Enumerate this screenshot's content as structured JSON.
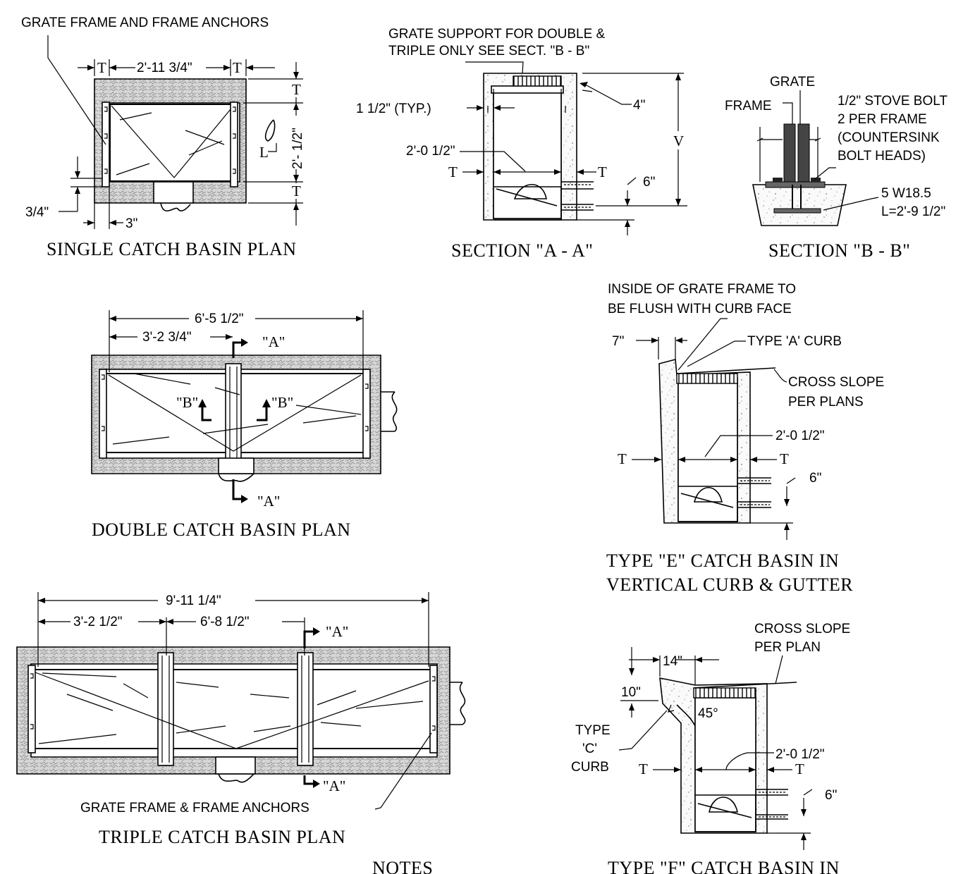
{
  "titles": {
    "single_plan": "SINGLE CATCH BASIN PLAN",
    "section_a": "SECTION \"A - A\"",
    "section_b": "SECTION \"B - B\"",
    "double_plan": "DOUBLE CATCH BASIN PLAN",
    "type_e_1": "TYPE \"E\" CATCH BASIN IN",
    "type_e_2": "VERTICAL CURB & GUTTER",
    "triple_plan": "TRIPLE CATCH BASIN PLAN",
    "notes": "NOTES",
    "type_f": "TYPE \"F\" CATCH BASIN IN"
  },
  "single": {
    "callout": "GRATE FRAME AND FRAME ANCHORS",
    "dim_width": "2'-11 3/4\"",
    "dim_t": "T",
    "dim_height": "2'- 1/2\"",
    "dim_l": "L",
    "dim_34": "3/4\"",
    "dim_3": "3\""
  },
  "section_a": {
    "callout_1": "GRATE SUPPORT FOR DOUBLE &",
    "callout_2": "TRIPLE ONLY SEE   SECT. \"B - B\"",
    "dim_typ": "1 1/2\" (TYP.)",
    "dim_4": "4\"",
    "dim_v": "V",
    "dim_width": "2'-0 1/2\"",
    "dim_t": "T",
    "dim_6": "6\""
  },
  "section_b": {
    "grate": "GRATE",
    "frame": "FRAME",
    "bolt_1": "1/2\" STOVE BOLT",
    "bolt_2": "2 PER FRAME",
    "bolt_3": "(COUNTERSINK",
    "bolt_4": "BOLT HEADS)",
    "beam_1": "5 W18.5",
    "beam_2": "L=2'-9 1/2\""
  },
  "double": {
    "dim_total": "6'-5 1/2\"",
    "dim_half": "3'-2 3/4\"",
    "cut_a": "\"A\"",
    "cut_b": "\"B\""
  },
  "type_e": {
    "note_1": "INSIDE OF GRATE FRAME TO",
    "note_2": "BE FLUSH WITH CURB FACE",
    "dim_7": "7\"",
    "curb": "TYPE 'A' CURB",
    "slope_1": "CROSS SLOPE",
    "slope_2": "PER PLANS",
    "dim_width": "2'-0 1/2\"",
    "dim_t": "T",
    "dim_6": "6\""
  },
  "triple": {
    "dim_total": "9'-11 1/4\"",
    "dim_a": "3'-2 1/2\"",
    "dim_b": "6'-8 1/2\"",
    "cut_a": "\"A\"",
    "callout": "GRATE FRAME & FRAME ANCHORS"
  },
  "type_f": {
    "slope_1": "CROSS SLOPE",
    "slope_2": "PER PLAN",
    "dim_14": "14\"",
    "dim_10": "10\"",
    "angle": "45°",
    "curb_1": "TYPE",
    "curb_2": "'C'",
    "curb_3": "CURB",
    "dim_width": "2'-0 1/2\"",
    "dim_t": "T",
    "dim_6": "6\""
  }
}
